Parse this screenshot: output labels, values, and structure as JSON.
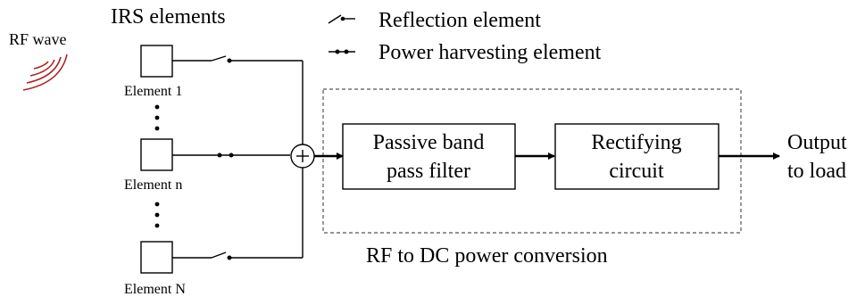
{
  "rf_wave_label": "RF wave",
  "irs_elements_label": "IRS elements",
  "legend": {
    "reflection": "Reflection element",
    "harvesting": "Power harvesting element"
  },
  "elements": [
    {
      "label": "Element 1",
      "type": "reflection"
    },
    {
      "label": "Element n",
      "type": "harvesting"
    },
    {
      "label": "Element N",
      "type": "reflection"
    }
  ],
  "blocks": {
    "filter": [
      "Passive band",
      "pass filter"
    ],
    "rectifier": [
      "Rectifying",
      "circuit"
    ]
  },
  "output": [
    "Output",
    "to load"
  ],
  "conversion_label": "RF to DC power conversion",
  "colors": {
    "rf_wave": "#b22222",
    "stroke": "#000000",
    "dashed": "#555555"
  }
}
